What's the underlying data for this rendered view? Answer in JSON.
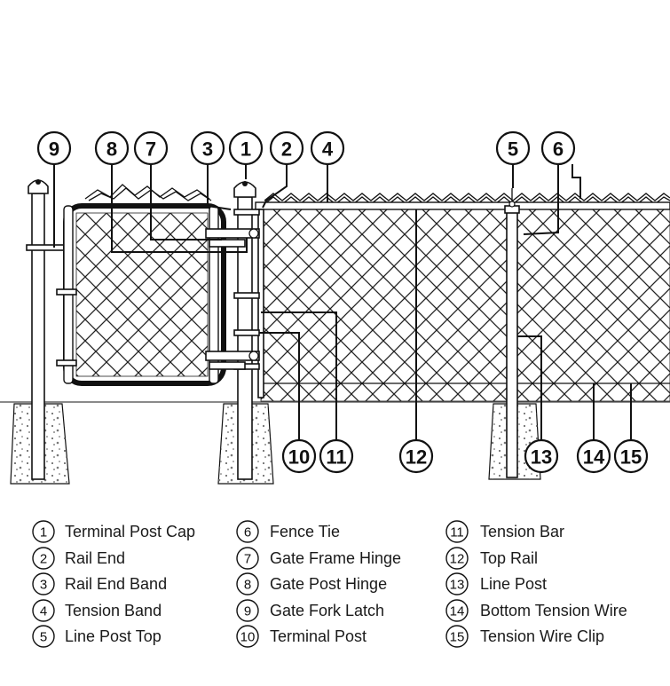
{
  "callouts": [
    {
      "num": "1"
    },
    {
      "num": "2"
    },
    {
      "num": "3"
    },
    {
      "num": "4"
    },
    {
      "num": "5"
    },
    {
      "num": "6"
    },
    {
      "num": "7"
    },
    {
      "num": "8"
    },
    {
      "num": "9"
    },
    {
      "num": "10"
    },
    {
      "num": "11"
    },
    {
      "num": "12"
    },
    {
      "num": "13"
    },
    {
      "num": "14"
    },
    {
      "num": "15"
    }
  ],
  "legend": [
    {
      "num": "1",
      "label": "Terminal Post Cap"
    },
    {
      "num": "2",
      "label": "Rail End"
    },
    {
      "num": "3",
      "label": "Rail End Band"
    },
    {
      "num": "4",
      "label": "Tension Band"
    },
    {
      "num": "5",
      "label": "Line Post Top"
    },
    {
      "num": "6",
      "label": "Fence Tie"
    },
    {
      "num": "7",
      "label": "Gate Frame Hinge"
    },
    {
      "num": "8",
      "label": "Gate Post Hinge"
    },
    {
      "num": "9",
      "label": "Gate Fork Latch"
    },
    {
      "num": "10",
      "label": "Terminal Post"
    },
    {
      "num": "11",
      "label": "Tension Bar"
    },
    {
      "num": "12",
      "label": "Top Rail"
    },
    {
      "num": "13",
      "label": "Line Post"
    },
    {
      "num": "14",
      "label": "Bottom Tension Wire"
    },
    {
      "num": "15",
      "label": "Tension Wire Clip"
    }
  ]
}
